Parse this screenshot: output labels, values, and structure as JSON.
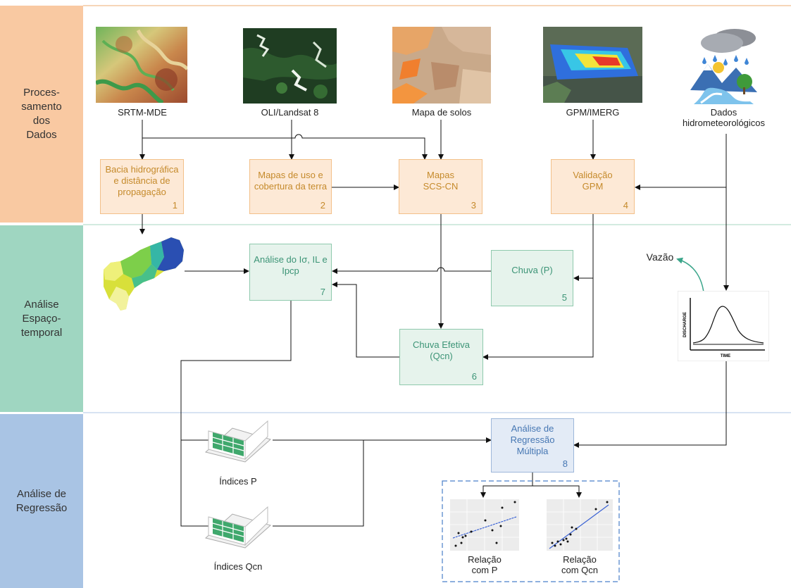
{
  "lanes": [
    {
      "label": "Proces-\nsamento\ndos\nDados",
      "color": "#f9c9a2"
    },
    {
      "label": "Análise\nEspaço-\ntemporal",
      "color": "#9fd6c1"
    },
    {
      "label": "Análise de\nRegressão",
      "color": "#a9c4e4"
    }
  ],
  "sources": {
    "srtm": "SRTM-MDE",
    "landsat": "OLI/Landsat 8",
    "solos": "Mapa de solos",
    "gpm": "GPM/IMERG",
    "hidro": "Dados\nhidrometeorológicos"
  },
  "boxes": {
    "b1": {
      "text": "Bacia hidrográfica\ne distância de\npropagação",
      "num": "1"
    },
    "b2": {
      "text": "Mapas de uso e\ncobertura da terra",
      "num": "2"
    },
    "b3": {
      "text": "Mapas\nSCS-CN",
      "num": "3"
    },
    "b4": {
      "text": "Validação\nGPM",
      "num": "4"
    },
    "b5": {
      "text": "Chuva (P)",
      "num": "5"
    },
    "b6": {
      "text": "Chuva Efetiva\n(Qcn)",
      "num": "6"
    },
    "b7": {
      "text": "Análise do Iσ, IL e\nIpcp",
      "num": "7"
    },
    "b8": {
      "text": "Análise de\nRegressão\nMúltipla",
      "num": "8"
    }
  },
  "hydrograph": {
    "vazao": "Vazão",
    "ylabel": "DISCHARGE",
    "xlabel": "TIME"
  },
  "indices": {
    "p": "Índices P",
    "qcn": "Índices Qcn"
  },
  "relations": {
    "p": "Relação\ncom P",
    "qcn": "Relação\ncom Qcn"
  }
}
